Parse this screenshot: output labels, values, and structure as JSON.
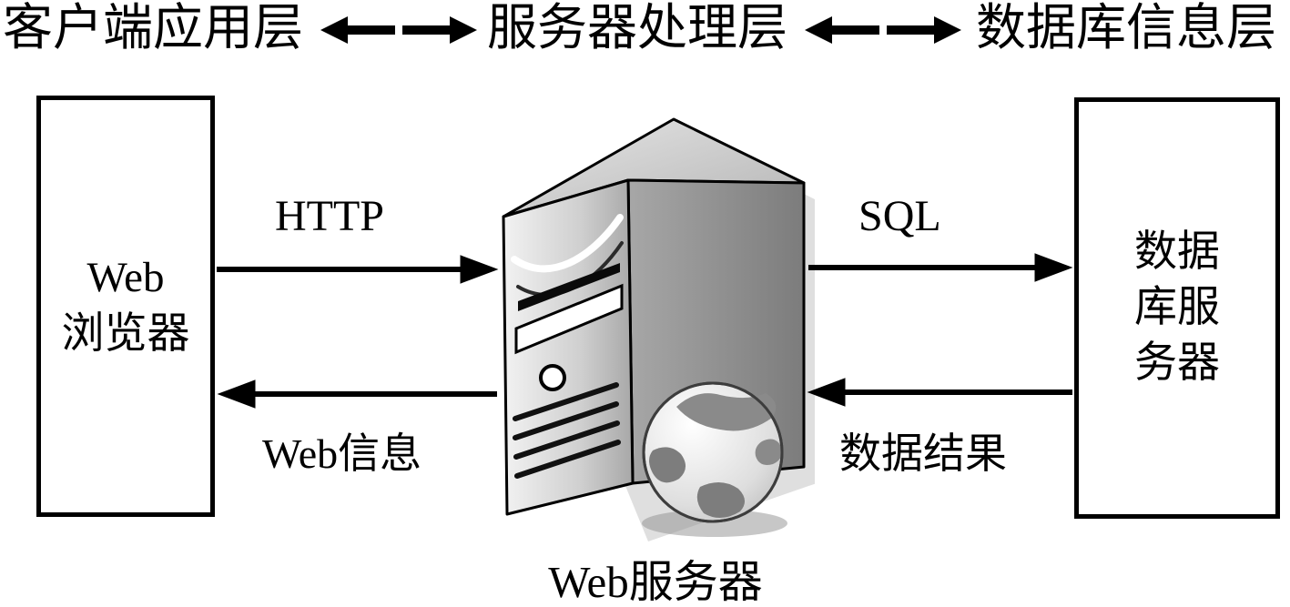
{
  "header": {
    "layers": [
      "客户端应用层",
      "服务器处理层",
      "数据库信息层"
    ]
  },
  "browser_box": {
    "lines": [
      "Web",
      "浏览器"
    ]
  },
  "database_box": {
    "lines": [
      "数据",
      "库服",
      "务器"
    ]
  },
  "server": {
    "label": "Web服务器"
  },
  "arrows": {
    "http": {
      "label": "HTTP",
      "direction": "right"
    },
    "web_info": {
      "label": "Web信息",
      "direction": "left"
    },
    "sql": {
      "label": "SQL",
      "direction": "right"
    },
    "data_result": {
      "label": "数据结果",
      "direction": "left"
    }
  },
  "colors": {
    "line": "#000000",
    "background": "#ffffff",
    "box_border": "#000000"
  }
}
